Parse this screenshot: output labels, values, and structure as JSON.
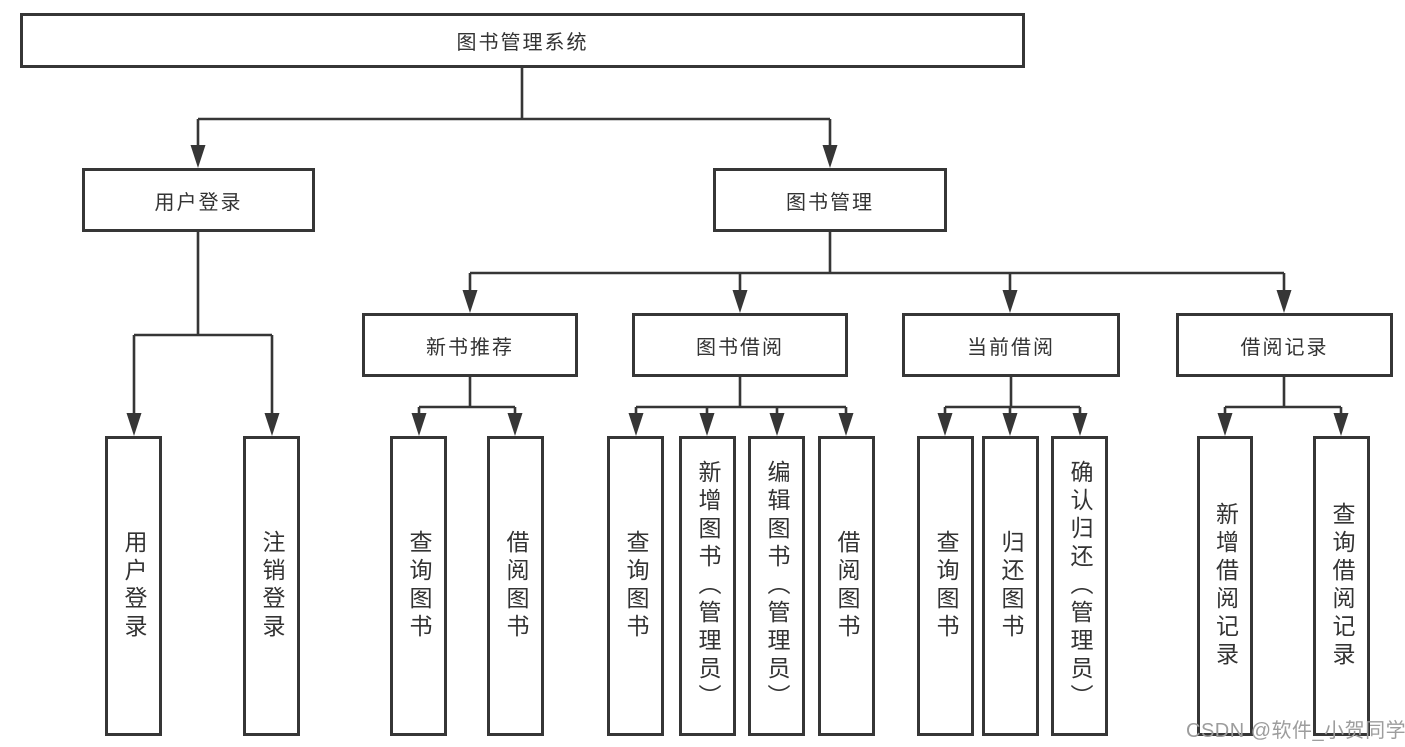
{
  "diagram": {
    "root": {
      "label": "图书管理系统"
    },
    "level2": [
      {
        "label": "用户登录"
      },
      {
        "label": "图书管理"
      }
    ],
    "level3": [
      {
        "label": "新书推荐"
      },
      {
        "label": "图书借阅"
      },
      {
        "label": "当前借阅"
      },
      {
        "label": "借阅记录"
      }
    ],
    "leaves": {
      "user_login": [
        {
          "label": "用户登录"
        },
        {
          "label": "注销登录"
        }
      ],
      "new_book": [
        {
          "label": "查询图书"
        },
        {
          "label": "借阅图书"
        }
      ],
      "book_borrow": [
        {
          "label": "查询图书"
        },
        {
          "label": "新增图书（管理员）"
        },
        {
          "label": "编辑图书（管理员）"
        },
        {
          "label": "借阅图书"
        }
      ],
      "current_borrow": [
        {
          "label": "查询图书"
        },
        {
          "label": "归还图书"
        },
        {
          "label": "确认归还（管理员）"
        }
      ],
      "borrow_record": [
        {
          "label": "新增借阅记录"
        },
        {
          "label": "查询借阅记录"
        }
      ]
    }
  },
  "watermark": {
    "text": "CSDN @软件_小贺同学"
  },
  "colors": {
    "line": "#363636",
    "text": "#333333",
    "watermark": "#9d9d9d",
    "background": "#ffffff"
  }
}
